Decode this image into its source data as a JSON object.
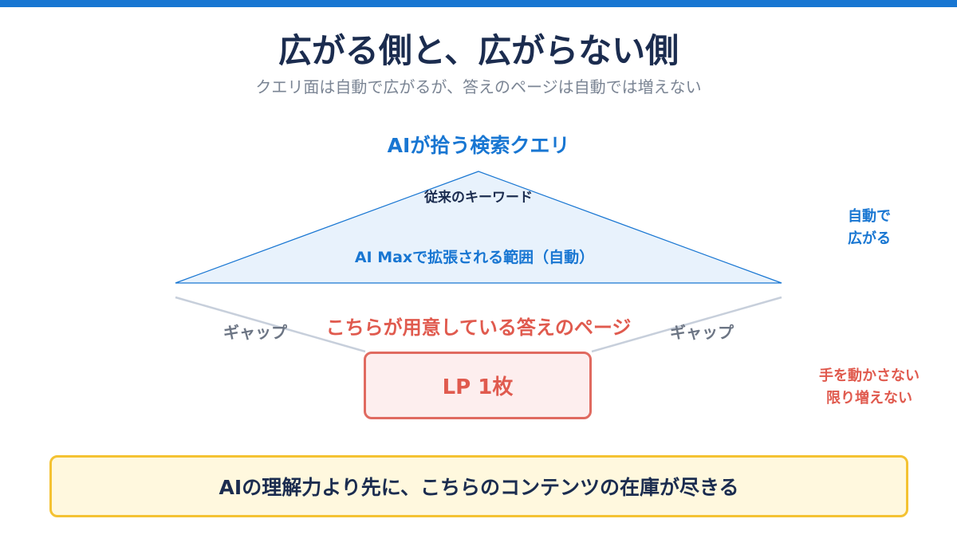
{
  "header": {
    "title": "広がる側と、広がらない側",
    "subtitle": "クエリ面は自動で広がるが、答えのページは自動では増えない"
  },
  "diagram": {
    "query_label": "AIが拾う検索クエリ",
    "keyword_label": "従来のキーワード",
    "expansion_label": "AI Maxで拡張される範囲（自動）",
    "gap_left": "ギャップ",
    "gap_right": "ギャップ",
    "pages_label": "こちらが用意している答えのページ",
    "lp_label": "LP 1枚",
    "note_expand": [
      "自動で",
      "広がる"
    ],
    "note_fixed": [
      "手を動かさない",
      "限り増えない"
    ]
  },
  "footer": {
    "message": "AIの理解力より先に、こちらのコンテンツの在庫が尽きる"
  },
  "colors": {
    "accent_blue": "#1876d2",
    "accent_red": "#e05a4e",
    "navy": "#1b2c4f",
    "gray": "#7b8594",
    "triangle_fill": "#e8f2fc",
    "highlight_yellow": "#f4c232"
  }
}
